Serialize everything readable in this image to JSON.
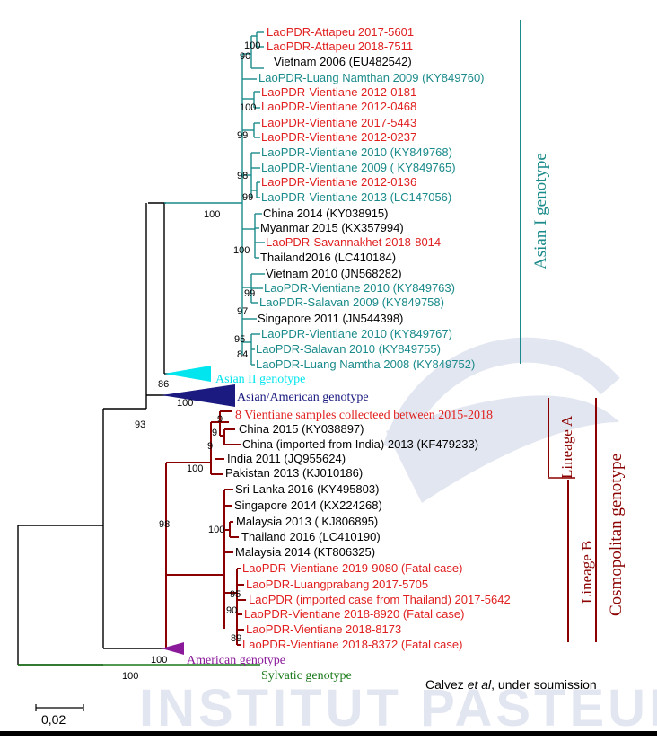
{
  "colors": {
    "asian1": "#1a8a8a",
    "lao_red": "#e02020",
    "asian2": "#00e5ee",
    "asian_american": "#1a1a80",
    "cosmopolitan": "#8b0000",
    "american": "#8b1a9b",
    "sylvatic": "#1a7a1a",
    "black": "#000000"
  },
  "icon": "watermark-institut-pasteur-logo",
  "taxa": [
    {
      "label": "LaoPDR-Attapeu 2017-5601",
      "color": "red"
    },
    {
      "label": "LaoPDR-Attapeu 2018-7511",
      "color": "red"
    },
    {
      "label": "Vietnam 2006 (EU482542)",
      "color": "black"
    },
    {
      "label": "LaoPDR-Luang Namthan 2009 (KY849760)",
      "color": "teal"
    },
    {
      "label": "LaoPDR-Vientiane 2012-0181",
      "color": "red"
    },
    {
      "label": "LaoPDR-Vientiane 2012-0468",
      "color": "red"
    },
    {
      "label": "LaoPDR-Vientiane 2017-5443",
      "color": "red"
    },
    {
      "label": "LaoPDR-Vientiane 2012-0237",
      "color": "red"
    },
    {
      "label": "LaoPDR-Vientiane 2010 (KY849768)",
      "color": "teal"
    },
    {
      "label": "LaoPDR-Vientiane 2009 ( KY849765)",
      "color": "teal"
    },
    {
      "label": "LaoPDR-Vientiane 2012-0136",
      "color": "red"
    },
    {
      "label": "LaoPDR-Vientiane 2013 (LC147056)",
      "color": "teal"
    },
    {
      "label": "China 2014 (KY038915)",
      "color": "black"
    },
    {
      "label": "Myanmar 2015 (KX357994)",
      "color": "black"
    },
    {
      "label": "LaoPDR-Savannakhet 2018-8014",
      "color": "red"
    },
    {
      "label": "Thailand2016 (LC410184)",
      "color": "black"
    },
    {
      "label": "Vietnam 2010 (JN568282)",
      "color": "black"
    },
    {
      "label": "LaoPDR-Vientiane 2010 (KY849763)",
      "color": "teal"
    },
    {
      "label": "LaoPDR-Salavan 2009 (KY849758)",
      "color": "teal"
    },
    {
      "label": "Singapore 2011 (JN544398)",
      "color": "black"
    },
    {
      "label": "LaoPDR-Vientiane 2010 (KY849767)",
      "color": "teal"
    },
    {
      "label": "LaoPDR-Salavan 2010 (KY849755)",
      "color": "teal"
    },
    {
      "label": "LaoPDR-Luang Namtha 2008 (KY849752)",
      "color": "teal"
    },
    {
      "label": "Asian II genotype",
      "color": "cyan",
      "serif": true
    },
    {
      "label": "Asian/American genotype",
      "color": "navy",
      "serif": true
    },
    {
      "label": "8 Vientiane samples collecteed between 2015-2018",
      "color": "red",
      "serif": true
    },
    {
      "label": "China 2015 (KY038897)",
      "color": "black"
    },
    {
      "label": "China (imported from India) 2013 (KF479233)",
      "color": "black"
    },
    {
      "label": "India 2011 (JQ955624)",
      "color": "black"
    },
    {
      "label": "Pakistan 2013 (KJ010186)",
      "color": "black"
    },
    {
      "label": "Sri Lanka 2016 (KY495803)",
      "color": "black"
    },
    {
      "label": "Singapore 2014 (KX224268)",
      "color": "black"
    },
    {
      "label": "Malaysia 2013 ( KJ806895)",
      "color": "black"
    },
    {
      "label": "Thailand 2016 (LC410190)",
      "color": "black"
    },
    {
      "label": "Malaysia 2014 (KT806325)",
      "color": "black"
    },
    {
      "label": "LaoPDR-Vientiane 2019-9080 (Fatal case)",
      "color": "red"
    },
    {
      "label": "LaoPDR-Luangprabang 2017-5705",
      "color": "red"
    },
    {
      "label": "LaoPDR (imported case from Thailand) 2017-5642",
      "color": "red"
    },
    {
      "label": "LaoPDR-Vientiane 2018-8920 (Fatal case)",
      "color": "red"
    },
    {
      "label": "LaoPDR-Vientiane 2018-8173",
      "color": "red"
    },
    {
      "label": "LaoPDR-Vientiane 2018-8372 (Fatal case)",
      "color": "red"
    },
    {
      "label": "American genotype",
      "color": "purple",
      "serif": true
    },
    {
      "label": "Sylvatic genotype",
      "color": "green",
      "serif": true
    }
  ],
  "bootstrap": [
    "100",
    "90",
    "100",
    "99",
    "98",
    "99",
    "100",
    "100",
    "99",
    "97",
    "95",
    "84",
    "86",
    "100",
    "93",
    "9",
    "9",
    "9",
    "100",
    "98",
    "100",
    "95",
    "90",
    "89",
    "100",
    "100"
  ],
  "groups": {
    "asian1": "Asian I genotype",
    "lineageA": "Lineage A",
    "lineageB": "Lineage B",
    "cosmopolitan": "Cosmopolitan genotype"
  },
  "scale_label": "0,02",
  "citation": {
    "pre": "Calvez ",
    "italic": "et al",
    "post": ", under soumission"
  },
  "watermark": "INSTITUT PASTEUR DU LAOS"
}
